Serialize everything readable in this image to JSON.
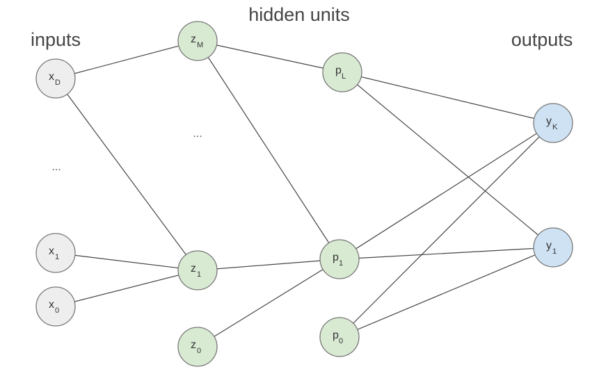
{
  "headers": {
    "hidden": "hidden units",
    "inputs": "inputs",
    "outputs": "outputs"
  },
  "colors": {
    "input_fill": "#eeeeee",
    "hidden_fill": "#d9ead3",
    "output_fill": "#cfe2f3",
    "edge": "#444444",
    "node_stroke": "#777777"
  },
  "ellipses": {
    "inputs": "...",
    "hidden": "..."
  },
  "nodes": [
    {
      "id": "xD",
      "base": "x",
      "sub": "D",
      "group": "input"
    },
    {
      "id": "x1",
      "base": "x",
      "sub": "1",
      "group": "input"
    },
    {
      "id": "x0",
      "base": "x",
      "sub": "0",
      "group": "input"
    },
    {
      "id": "zM",
      "base": "z",
      "sub": "M",
      "group": "hidden"
    },
    {
      "id": "z1",
      "base": "z",
      "sub": "1",
      "group": "hidden"
    },
    {
      "id": "z0",
      "base": "z",
      "sub": "0",
      "group": "hidden"
    },
    {
      "id": "pL",
      "base": "p",
      "sub": "L",
      "group": "hidden"
    },
    {
      "id": "p1",
      "base": "p",
      "sub": "1",
      "group": "hidden"
    },
    {
      "id": "p0",
      "base": "p",
      "sub": "0",
      "group": "hidden"
    },
    {
      "id": "yK",
      "base": "y",
      "sub": "K",
      "group": "output"
    },
    {
      "id": "y1",
      "base": "y",
      "sub": "1",
      "group": "output"
    }
  ],
  "edges": [
    [
      "xD",
      "zM"
    ],
    [
      "xD",
      "z1"
    ],
    [
      "x1",
      "z1"
    ],
    [
      "x0",
      "z1"
    ],
    [
      "zM",
      "pL"
    ],
    [
      "zM",
      "p1"
    ],
    [
      "z1",
      "p1"
    ],
    [
      "z0",
      "p1"
    ],
    [
      "pL",
      "yK"
    ],
    [
      "pL",
      "y1"
    ],
    [
      "p1",
      "yK"
    ],
    [
      "p1",
      "y1"
    ],
    [
      "p0",
      "yK"
    ],
    [
      "p0",
      "y1"
    ]
  ]
}
